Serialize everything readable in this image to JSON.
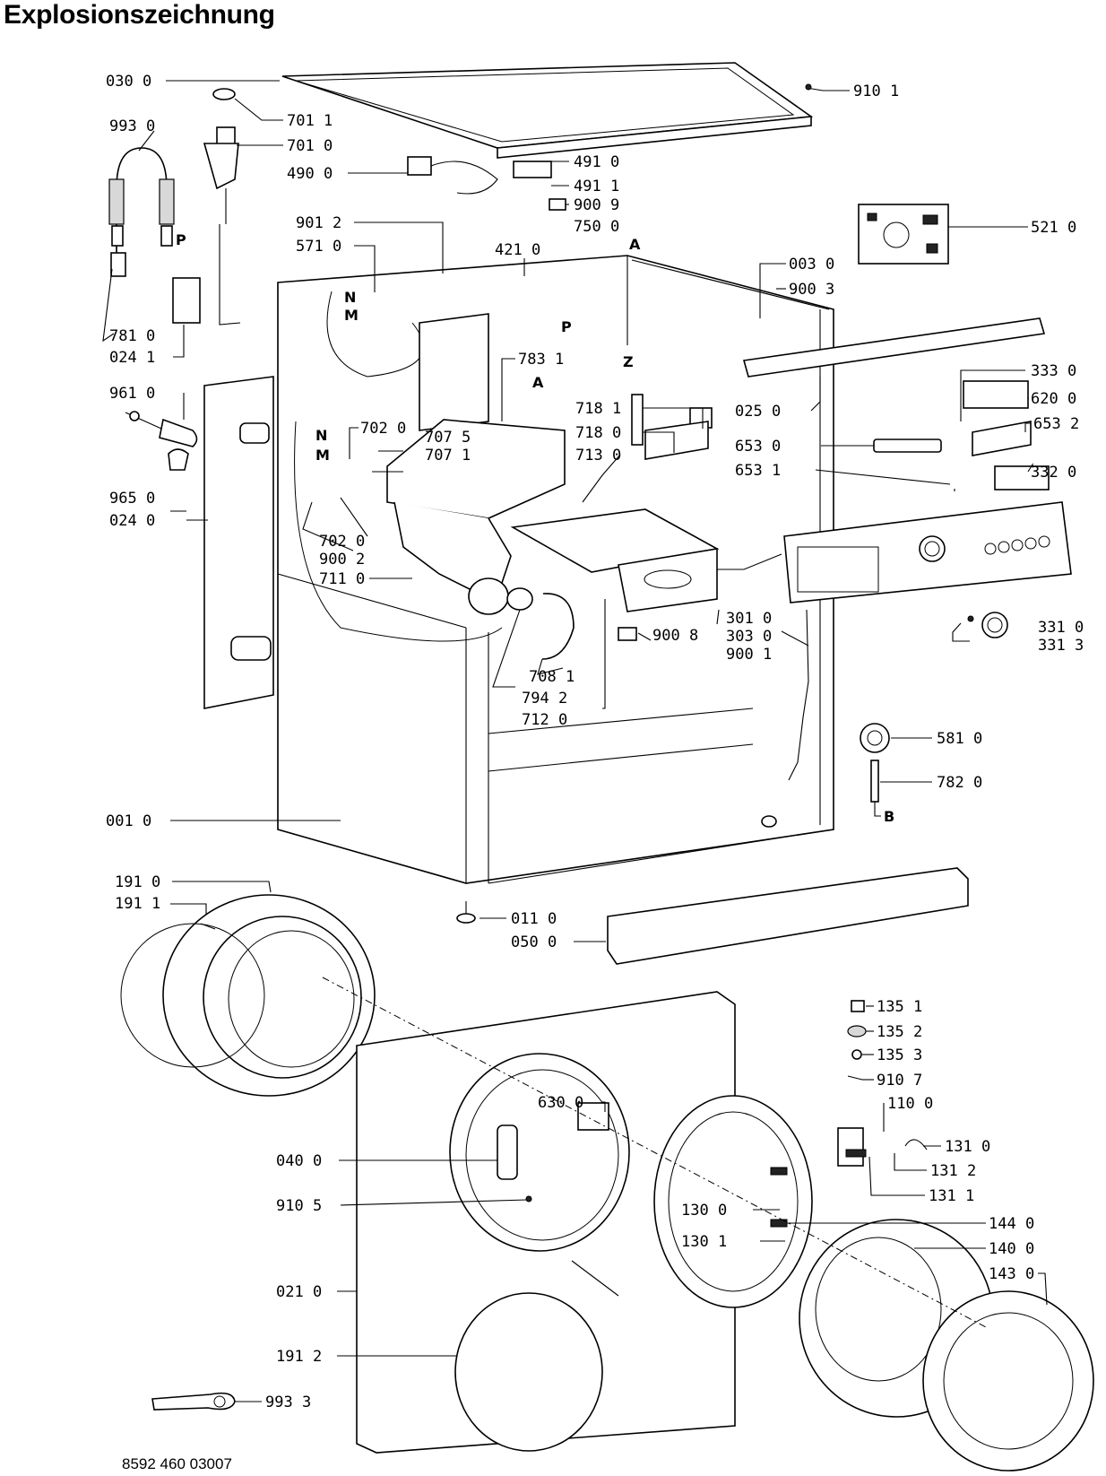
{
  "title": "Explosionszeichnung",
  "document_number": "8592 460 03007",
  "labels": {
    "L0300": "030 0",
    "L9101": "910 1",
    "L7011": "701 1",
    "L9930": "993 0",
    "L7010": "701 0",
    "L4900": "490 0",
    "L4910": "491 0",
    "L4911": "491 1",
    "L9009": "900 9",
    "L7500": "750 0",
    "L9012": "901 2",
    "L5710": "571 0",
    "L4210": "421 0",
    "L5210": "521 0",
    "L0030": "003 0",
    "L9003": "900 3",
    "L7810": "781 0",
    "L0241": "024 1",
    "L7831": "783 1",
    "L9610": "961 0",
    "L7181": "718 1",
    "L7180": "718 0",
    "L7130": "713 0",
    "L7020a": "702 0",
    "L7075": "707 5",
    "L7071": "707 1",
    "L0250": "025 0",
    "L3330": "333 0",
    "L6200": "620 0",
    "L6532": "653 2",
    "L6530": "653 0",
    "L3320": "332 0",
    "L6531": "653 1",
    "L9650": "965 0",
    "L0240": "024 0",
    "L7020b": "702 0",
    "L9002": "900 2",
    "L7110": "711 0",
    "L3010": "301 0",
    "L3030": "303 0",
    "L9008": "900 8",
    "L9001": "900 1",
    "L3310": "331 0",
    "L3313": "331 3",
    "L7081": "708 1",
    "L7942": "794 2",
    "L7120": "712 0",
    "L5810": "581 0",
    "L7820": "782 0",
    "L0010": "001 0",
    "L1910": "191 0",
    "L1911": "191 1",
    "L0110": "011 0",
    "L0500": "050 0",
    "L1351": "135 1",
    "L1352": "135 2",
    "L1353": "135 3",
    "L9107": "910 7",
    "L1100": "110 0",
    "L6300": "630 0",
    "L0400": "040 0",
    "L1310": "131 0",
    "L1312": "131 2",
    "L1311": "131 1",
    "L9105": "910 5",
    "L1300": "130 0",
    "L1301": "130 1",
    "L1440": "144 0",
    "L1400": "140 0",
    "L1430": "143 0",
    "L0210": "021 0",
    "L1912": "191 2",
    "L9933": "993 3"
  },
  "letters": {
    "P1": "P",
    "N1": "N",
    "M1": "M",
    "A1": "A",
    "P2": "P",
    "Z": "Z",
    "A2": "A",
    "N2": "N",
    "M2": "M",
    "B": "B"
  }
}
